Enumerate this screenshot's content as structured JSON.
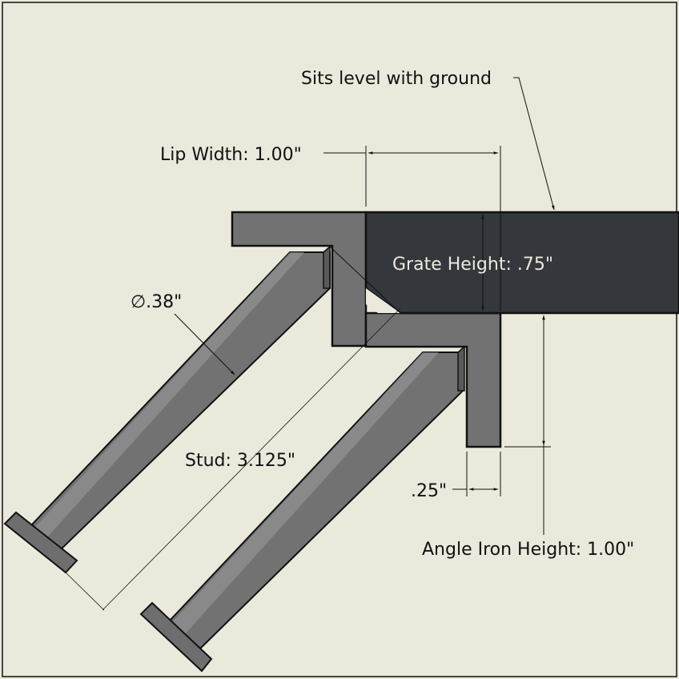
{
  "drawing": {
    "background": "#ebe9dc",
    "grate_color": "#34373b",
    "steel_color": "#727272",
    "line_color": "#111111"
  },
  "annotations": {
    "sits_level": "Sits level with ground",
    "lip_width": "Lip Width: 1.00\"",
    "grate_height": "Grate Height: .75\"",
    "diameter": "∅.38\"",
    "stud": "Stud: 3.125\"",
    "thickness": ".25\"",
    "angle_iron_height": "Angle Iron Height: 1.00\""
  }
}
